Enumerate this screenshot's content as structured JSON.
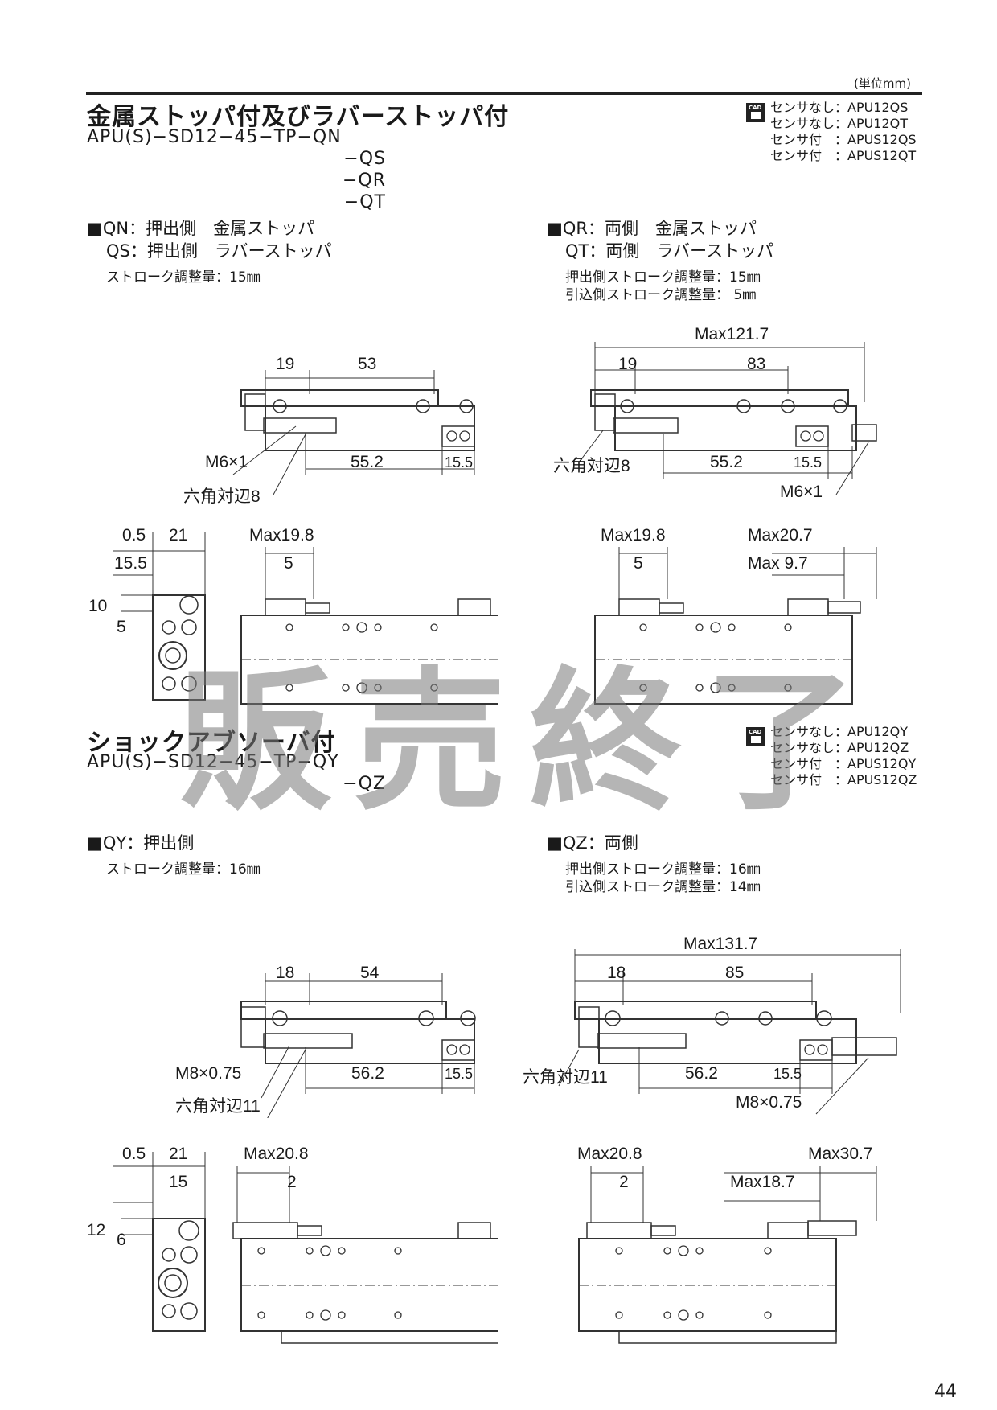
{
  "unit_label": "(単位mm)",
  "page_number": "44",
  "stamp_text": "販売終了",
  "section1": {
    "title": "金属ストッパ付及びラバーストッパ付",
    "model": "APU(S)−SD12−45−TP−QN",
    "model_variants": [
      "−QS",
      "−QR",
      "−QT"
    ],
    "cad_list": [
      "センサなし：APU12QS",
      "センサなし：APU12QT",
      "センサ付　：APUS12QS",
      "センサ付　：APUS12QT"
    ],
    "left_options": [
      "■QN：押出側　金属ストッパ",
      "QS：押出側　ラバーストッパ"
    ],
    "left_note": "ストローク調整量：15㎜",
    "right_options": [
      "■QR：両側　金属ストッパ",
      "QT：両側　ラバーストッパ"
    ],
    "right_notes": [
      "押出側ストローク調整量：15㎜",
      "引込側ストローク調整量：  5㎜"
    ]
  },
  "section2": {
    "title": "ショックアブソーバ付",
    "model": "APU(S)−SD12−45−TP−QY",
    "model_variants": [
      "−QZ"
    ],
    "cad_list": [
      "センサなし：APU12QY",
      "センサなし：APU12QZ",
      "センサ付　：APUS12QY",
      "センサ付　：APUS12QZ"
    ],
    "left_options": [
      "■QY：押出側"
    ],
    "left_note": "ストローク調整量：16㎜",
    "right_options": [
      "■QZ：両側"
    ],
    "right_notes": [
      "押出側ストローク調整量：16㎜",
      "引込側ストローク調整量：14㎜"
    ]
  },
  "dims": {
    "d1_19": "19",
    "d1_53": "53",
    "d1_552": "55.2",
    "d1_155": "15.5",
    "d1_m6": "M6×1",
    "d1_hex": "六角対辺8",
    "d2_max": "Max121.7",
    "d2_19": "19",
    "d2_83": "83",
    "d2_552": "55.2",
    "d2_155": "15.5",
    "d2_hex": "六角対辺8",
    "d2_m6": "M6×1",
    "d3_05": "0.5",
    "d3_21": "21",
    "d3_155": "15.5",
    "d3_10": "10",
    "d3_5": "5",
    "d3_max": "Max19.8",
    "d3_5b": "5",
    "d4_max198": "Max19.8",
    "d4_5": "5",
    "d4_max207": "Max20.7",
    "d4_max97": "Max 9.7",
    "d5_18": "18",
    "d5_54": "54",
    "d5_562": "56.2",
    "d5_155": "15.5",
    "d5_m8": "M8×0.75",
    "d5_hex": "六角対辺11",
    "d6_max": "Max131.7",
    "d6_18": "18",
    "d6_85": "85",
    "d6_562": "56.2",
    "d6_155": "15.5",
    "d6_hex": "六角対辺11",
    "d6_m8": "M8×0.75",
    "d7_05": "0.5",
    "d7_21": "21",
    "d7_15": "15",
    "d7_12": "12",
    "d7_6": "6",
    "d7_max": "Max20.8",
    "d7_2": "2",
    "d8_max208": "Max20.8",
    "d8_2": "2",
    "d8_max307": "Max30.7",
    "d8_max187": "Max18.7"
  }
}
